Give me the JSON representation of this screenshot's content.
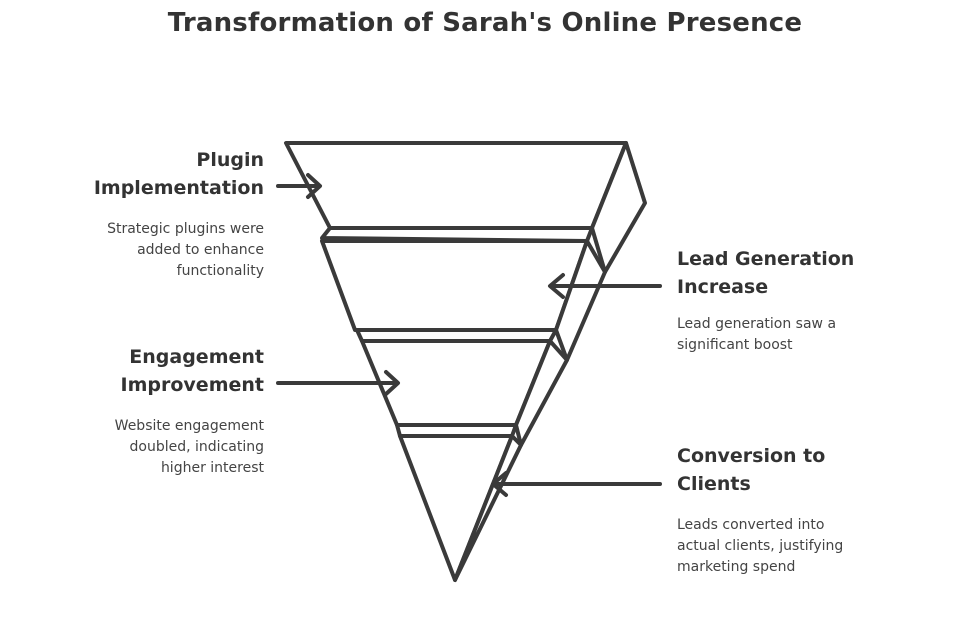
{
  "title": "Transformation of Sarah's Online Presence",
  "colors": {
    "stroke": "#3a3a3a",
    "text": "#333333"
  },
  "stages": [
    {
      "heading_line1": "Plugin",
      "heading_line2": "Implementation",
      "desc_line1": "Strategic plugins were",
      "desc_line2": "added to enhance",
      "desc_line3": "functionality"
    },
    {
      "heading_line1": "Lead Generation",
      "heading_line2": "Increase",
      "desc_line1": "Lead generation saw a",
      "desc_line2": "significant boost"
    },
    {
      "heading_line1": "Engagement",
      "heading_line2": "Improvement",
      "desc_line1": "Website engagement",
      "desc_line2": "doubled, indicating",
      "desc_line3": "higher interest"
    },
    {
      "heading_line1": "Conversion to",
      "heading_line2": "Clients",
      "desc_line1": "Leads converted into",
      "desc_line2": "actual clients, justifying",
      "desc_line3": "marketing spend"
    }
  ]
}
